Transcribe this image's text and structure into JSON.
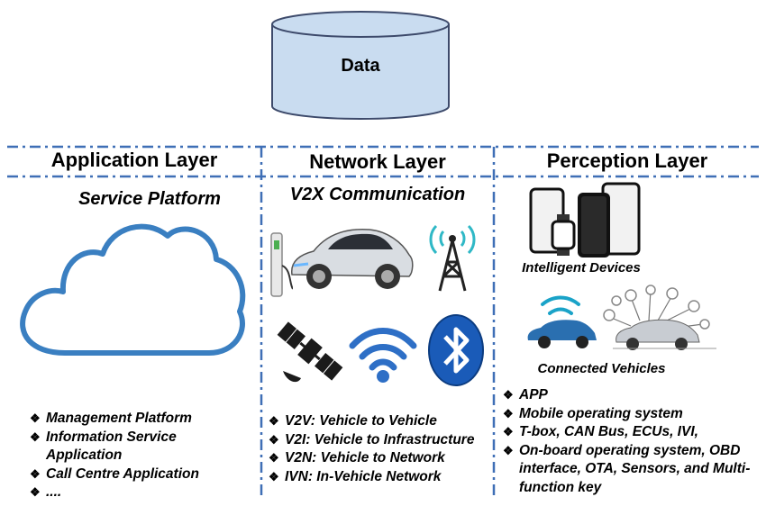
{
  "database": {
    "label": "Data"
  },
  "layers": [
    {
      "title": "Application Layer",
      "subtitle": "Service Platform",
      "items": [
        "Management Platform",
        "Information Service Application",
        "Call Centre Application",
        "...."
      ]
    },
    {
      "title": "Network Layer",
      "subtitle": "V2X Communication",
      "items": [
        "V2V: Vehicle to Vehicle",
        "V2I: Vehicle to Infrastructure",
        "V2N: Vehicle to Network",
        "IVN: In-Vehicle Network"
      ]
    },
    {
      "title": "Perception Layer",
      "device_labels": [
        "Intelligent Devices",
        "Connected Vehicles"
      ],
      "items": [
        "APP",
        "Mobile operating system",
        "T-box, CAN Bus, ECUs, IVI,",
        "On-board operating system, OBD interface, OTA, Sensors, and Multi-function key"
      ]
    }
  ],
  "icons": [
    "database-icon",
    "cloud-icon",
    "electric-car-icon",
    "charging-station-icon",
    "cell-tower-icon",
    "satellite-icon",
    "wifi-icon",
    "bluetooth-icon",
    "smartphone-icon",
    "smartwatch-icon",
    "connected-car-icon"
  ],
  "colors": {
    "divider": "#3f6fb6",
    "cloud": "#3a7fc1",
    "database": "#c9dcf0",
    "bluetooth": "#1a5bb8",
    "car": "#2a6fb0"
  }
}
